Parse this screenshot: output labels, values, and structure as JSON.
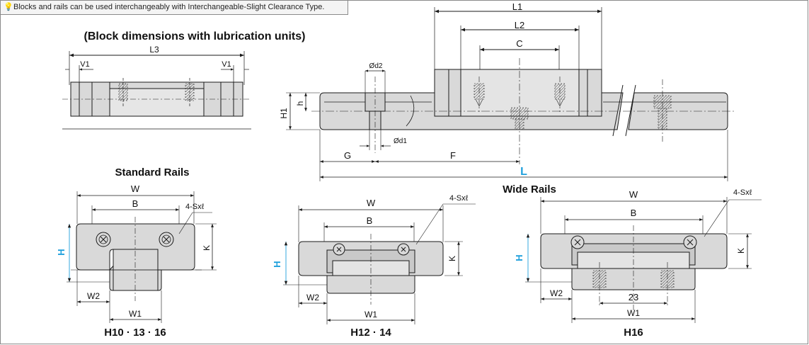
{
  "note": {
    "icon": "lightbulb-icon",
    "text": "Blocks and rails can be used interchangeably with Interchangeable-Slight Clearance Type."
  },
  "titles": {
    "block_lube": "(Block dimensions with lubrication units)",
    "standard_rails": "Standard Rails",
    "wide_rails": "Wide Rails"
  },
  "captions": {
    "std": "H10 · 13 · 16",
    "wide12": "H12 · 14",
    "wide16": "H16"
  },
  "labels": {
    "L3": "L3",
    "V1": "V1",
    "L1": "L1",
    "L2": "L2",
    "C": "C",
    "d2": "Ød2",
    "d1": "Ød1",
    "h": "h",
    "H1": "H1",
    "G": "G",
    "F": "F",
    "L": "L",
    "W": "W",
    "B": "B",
    "K": "K",
    "H": "H",
    "W1": "W1",
    "W2": "W2",
    "S": "4-Sxℓ",
    "dim23": "23"
  },
  "colors": {
    "accent": "#1fa0dc",
    "part_fill": "#d9d9d9",
    "line": "#1a1a1a"
  }
}
